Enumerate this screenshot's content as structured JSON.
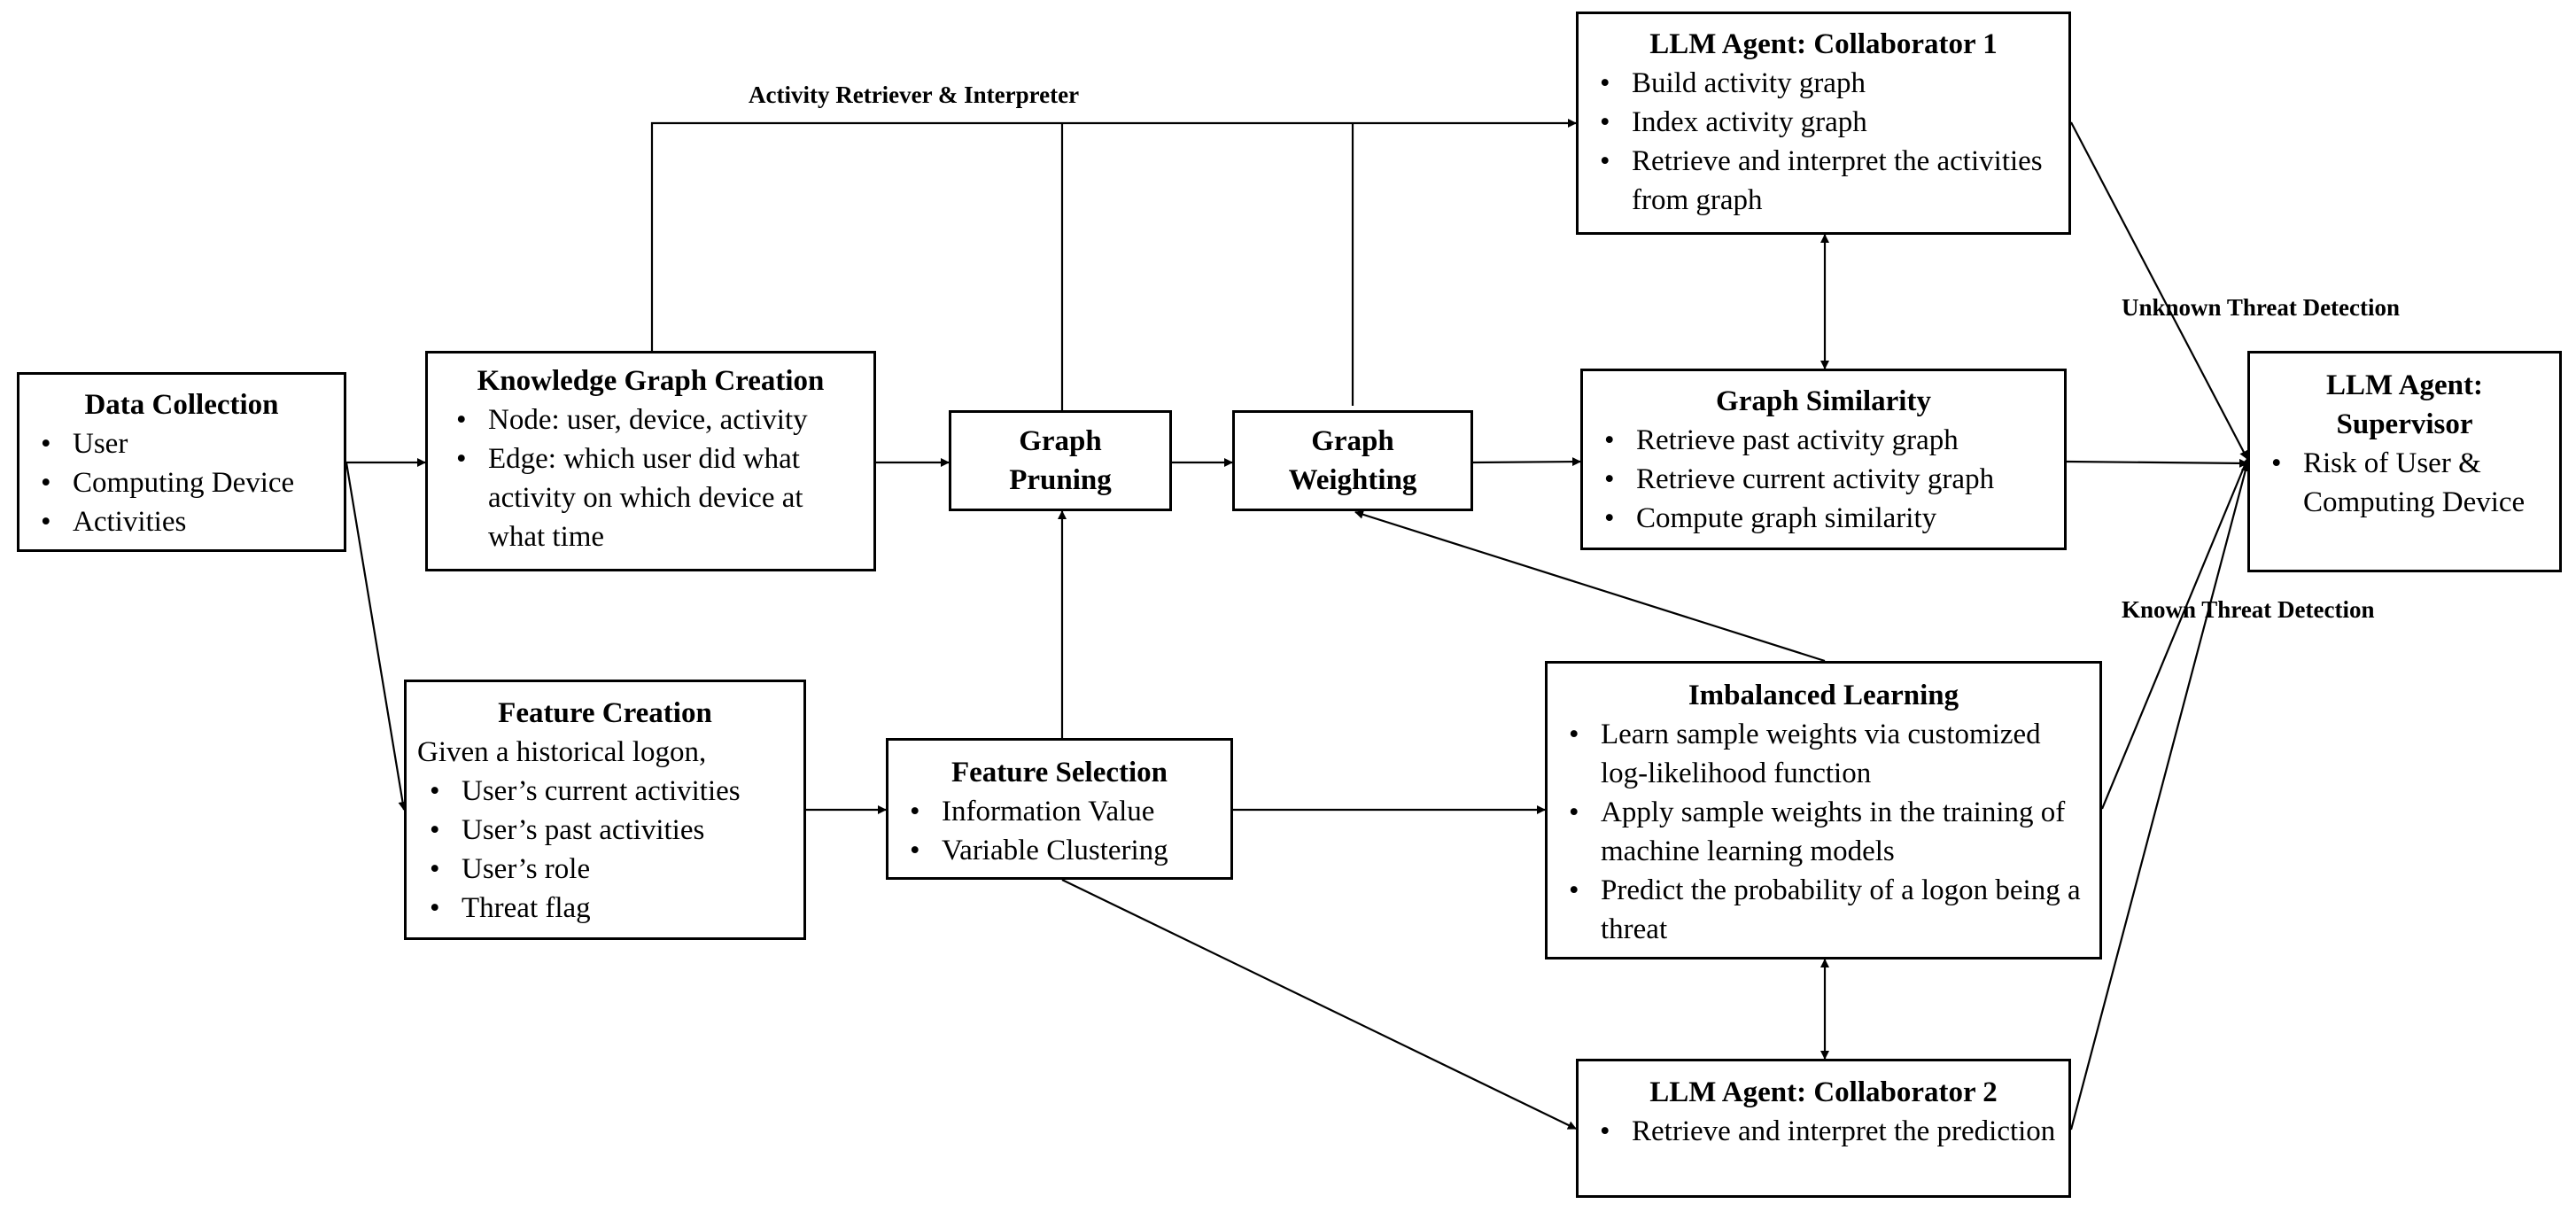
{
  "boxes": {
    "data_collection": {
      "title": "Data Collection",
      "items": [
        "User",
        "Computing Device",
        "Activities"
      ]
    },
    "kg_creation": {
      "title": "Knowledge Graph Creation",
      "items": [
        "Node: user, device, activity",
        "Edge: which user did what activity on which device at what time"
      ]
    },
    "graph_pruning": {
      "title_lines": [
        "Graph",
        "Pruning"
      ]
    },
    "graph_weighting": {
      "title_lines": [
        "Graph",
        "Weighting"
      ]
    },
    "collaborator1": {
      "title": "LLM Agent: Collaborator 1",
      "items": [
        "Build activity graph",
        "Index activity graph",
        "Retrieve and interpret the activities from graph"
      ]
    },
    "graph_similarity": {
      "title": "Graph Similarity",
      "items": [
        "Retrieve past activity graph",
        "Retrieve current activity graph",
        "Compute graph similarity"
      ]
    },
    "supervisor": {
      "title_lines": [
        "LLM Agent:",
        "Supervisor"
      ],
      "items": [
        "Risk of User & Computing Device"
      ]
    },
    "feature_creation": {
      "title": "Feature Creation",
      "intro": "Given a historical logon,",
      "items": [
        "User’s current activities",
        "User’s past activities",
        "User’s role",
        "Threat flag"
      ]
    },
    "feature_selection": {
      "title": "Feature Selection",
      "items": [
        "Information Value",
        "Variable Clustering"
      ]
    },
    "imbalanced_learning": {
      "title": "Imbalanced Learning",
      "items": [
        "Learn sample weights via customized log-likelihood function",
        "Apply sample weights in the training of machine learning models",
        "Predict the probability of a logon being a threat"
      ]
    },
    "collaborator2": {
      "title": "LLM Agent: Collaborator 2",
      "items": [
        "Retrieve and interpret the prediction"
      ]
    }
  },
  "labels": {
    "activity_retriever": "Activity Retriever & Interpreter",
    "unknown_threat": "Unknown Threat Detection",
    "known_threat": "Known Threat Detection"
  }
}
